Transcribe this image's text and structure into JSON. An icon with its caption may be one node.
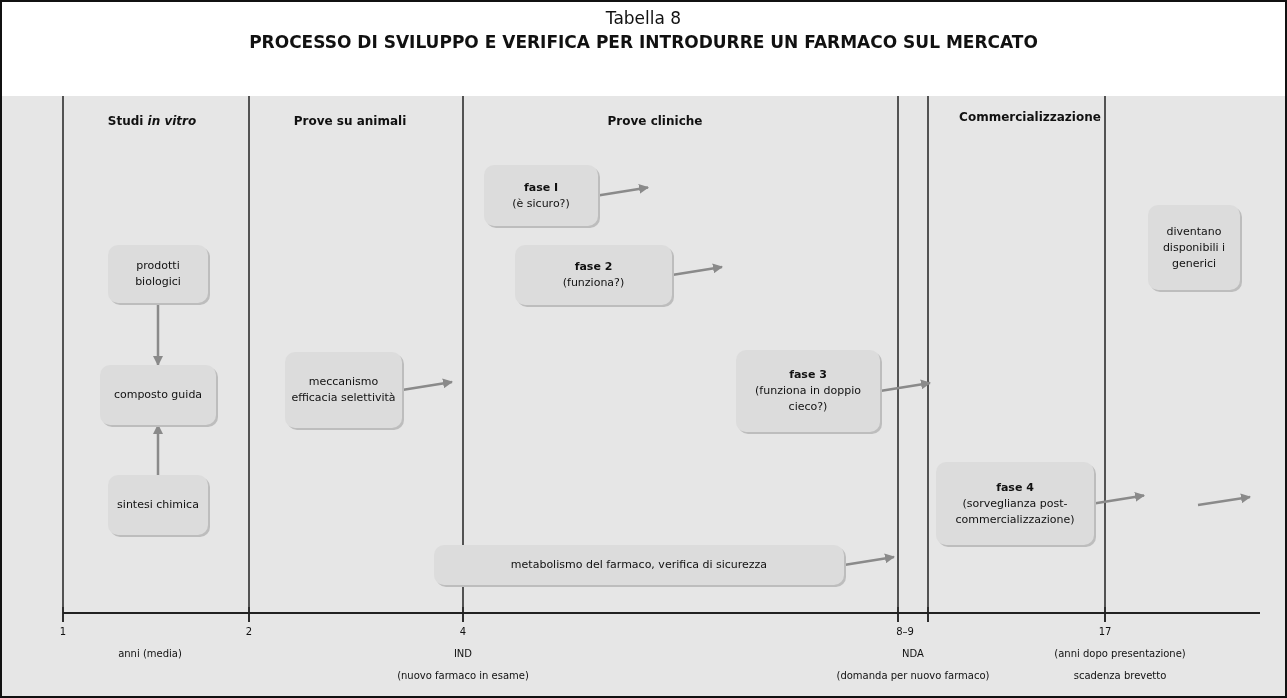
{
  "diagram": {
    "title": "PROCESSO DI SVILUPPO E VERIFICA PER INTRODURRE UN FARMACO SUL MERCATO",
    "nodes": [
      {
        "text": [
          "prodotti biologici"
        ]
      },
      {
        "text": [
          "composto guida"
        ]
      },
      {
        "text": [
          "sintesi chimica"
        ]
      },
      {
        "text": [
          "meccanismo efficacia selettività"
        ]
      },
      {
        "text": [
          "fase I",
          "(è sicuro?)"
        ]
      },
      {
        "text": [
          "fase 2",
          "(funziona?)"
        ]
      },
      {
        "text": [
          "fase 3",
          "(funziona in doppio cieco?)"
        ]
      },
      {
        "text": [
          "metabolismo del farmaco, verifica di sicurezza"
        ]
      },
      {
        "text": [
          "fase 4",
          "(sorveglianza post-commercializzazione)"
        ]
      },
      {
        "text": [
          "diventano disponibili i generici"
        ]
      }
    ],
    "edges": [
      {
        "from": 0,
        "to": 1,
        "arrow": "to"
      },
      {
        "from": 2,
        "to": 1,
        "arrow": "to"
      },
      {
        "from": 3,
        "to": null,
        "arrow": "to"
      },
      {
        "from": 4,
        "to": null,
        "arrow": "to"
      },
      {
        "from": 5,
        "to": null,
        "arrow": "to"
      },
      {
        "from": 6,
        "to": null,
        "arrow": "to"
      },
      {
        "from": 7,
        "to": null,
        "arrow": "to"
      },
      {
        "from": 8,
        "to": null,
        "arrow": "to"
      }
    ],
    "labels": [
      "Tabella 8",
      "Studi *in vitro*",
      "Prove su animali",
      "Prove cliniche",
      "Commercializzazione",
      "1",
      "2",
      "4",
      "8–9",
      "17",
      "anni (media)",
      "IND",
      "(nuovo farmaco in esame)",
      "NDA",
      "(domanda per nuovo farmaco)",
      "(anni dopo presentazione)",
      "scadenza brevetto"
    ]
  }
}
